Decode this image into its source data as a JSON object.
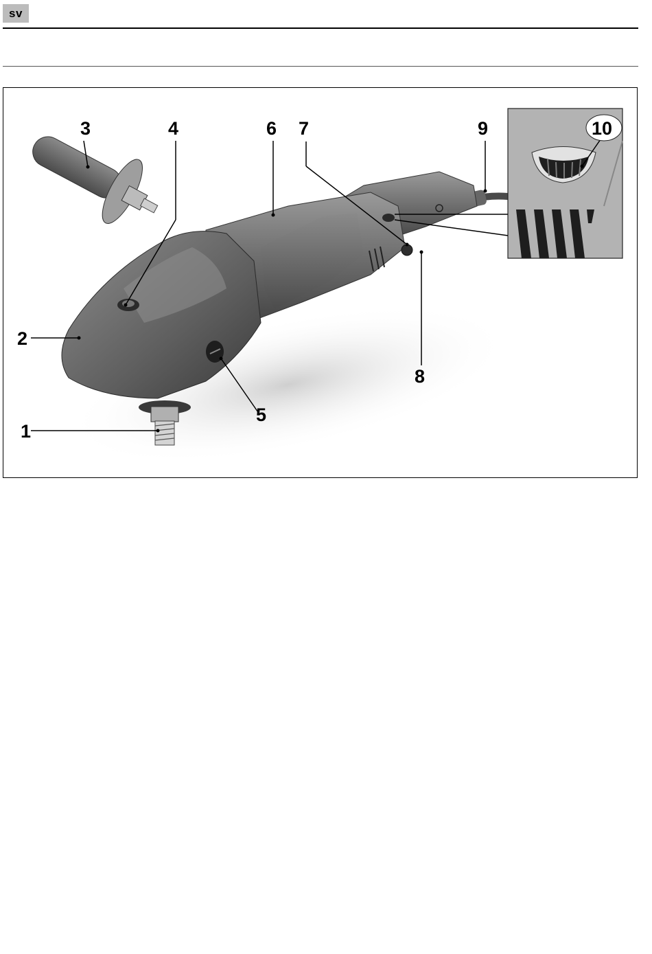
{
  "header": {
    "language_code": "sv"
  },
  "figure": {
    "callouts": [
      "1",
      "2",
      "3",
      "4",
      "5",
      "6",
      "7",
      "8",
      "9",
      "10"
    ]
  }
}
